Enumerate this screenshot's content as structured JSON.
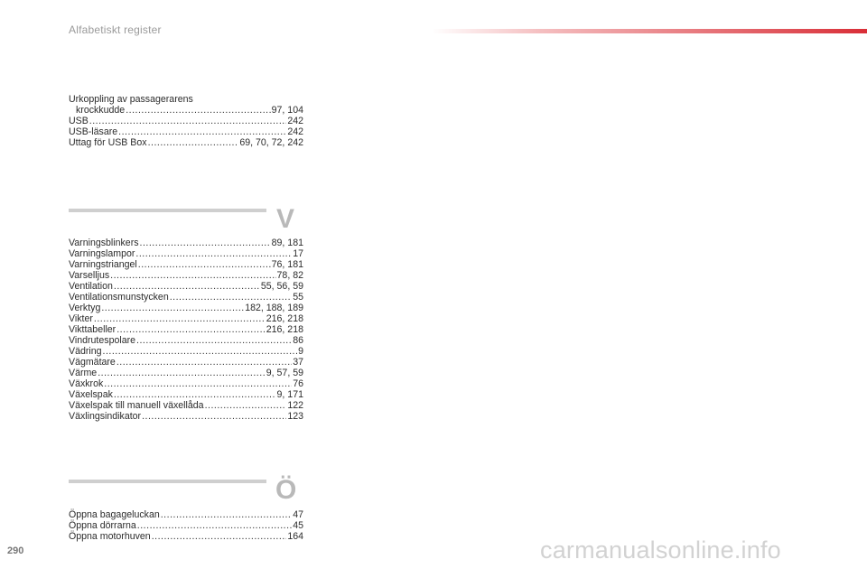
{
  "header": {
    "title": "Alfabetiskt register"
  },
  "page_number": "290",
  "watermark": "carmanualsonline.info",
  "sections": [
    {
      "letter": "",
      "entries": [
        {
          "term_line1": "Urkoppling av passagerarens",
          "term": "krockkudde",
          "pages": "97, 104"
        },
        {
          "term": "USB",
          "pages": "242"
        },
        {
          "term": "USB-läsare",
          "pages": "242"
        },
        {
          "term": "Uttag för USB Box",
          "pages": "69, 70, 72, 242"
        }
      ]
    },
    {
      "letter": "V",
      "entries": [
        {
          "term": "Varningsblinkers",
          "pages": "89, 181"
        },
        {
          "term": "Varningslampor",
          "pages": "17"
        },
        {
          "term": "Varningstriangel",
          "pages": "76, 181"
        },
        {
          "term": "Varselljus",
          "pages": "78, 82"
        },
        {
          "term": "Ventilation",
          "pages": "55, 56, 59"
        },
        {
          "term": "Ventilationsmunstycken",
          "pages": "55"
        },
        {
          "term": "Verktyg",
          "pages": "182, 188, 189"
        },
        {
          "term": "Vikter",
          "pages": "216, 218"
        },
        {
          "term": "Vikttabeller",
          "pages": "216, 218"
        },
        {
          "term": "Vindrutespolare",
          "pages": "86"
        },
        {
          "term": "Vädring",
          "pages": "9"
        },
        {
          "term": "Vägmätare",
          "pages": "37"
        },
        {
          "term": "Värme",
          "pages": "9, 57, 59"
        },
        {
          "term": "Växkrok",
          "pages": "76"
        },
        {
          "term": "Växelspak",
          "pages": "9, 171"
        },
        {
          "term": "Växelspak till manuell växellåda",
          "pages": "122"
        },
        {
          "term": "Växlingsindikator",
          "pages": "123"
        }
      ]
    },
    {
      "letter": "Ö",
      "entries": [
        {
          "term": "Öppna bagageluckan",
          "pages": "47"
        },
        {
          "term": "Öppna dörrarna",
          "pages": "45"
        },
        {
          "term": "Öppna motorhuven",
          "pages": "164"
        }
      ]
    }
  ]
}
